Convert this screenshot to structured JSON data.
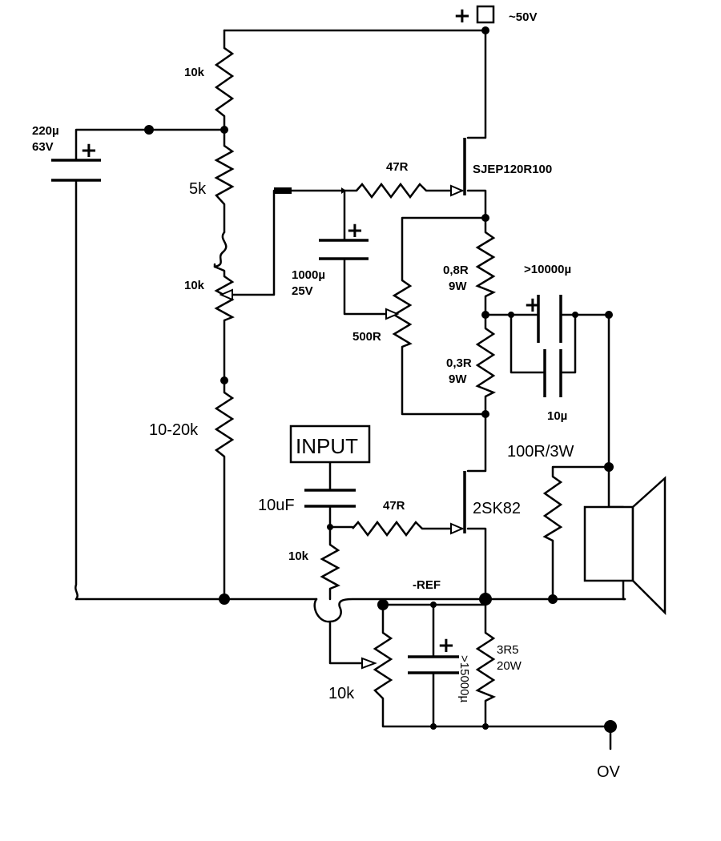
{
  "supply": {
    "plus": "+",
    "label": "~50V"
  },
  "ground": {
    "label": "OV"
  },
  "input": {
    "label": "INPUT"
  },
  "ref": {
    "label": "-REF"
  },
  "transistors": {
    "upper": "SJEP120R100",
    "lower": "2SK82"
  },
  "speaker": {
    "icon": "speaker-icon"
  },
  "components": {
    "r_top": "10k",
    "c_boot_value": "220µ",
    "c_boot_voltage": "63V",
    "r_5k": "5k",
    "pot_bias": "10k",
    "r_bottom": "10-20k",
    "r_gate_upper": "47R",
    "c_1000_value": "1000µ",
    "c_1000_voltage": "25V",
    "pot_500": "500R",
    "r_08_value": "0,8R",
    "r_08_power": "9W",
    "r_03_value": "0,3R",
    "r_03_power": "9W",
    "c_out": ">10000µ",
    "c_film": "10µ",
    "r_100": "100R/3W",
    "c_input": "10uF",
    "r_gate_lower": "47R",
    "r_10k_input": "10k",
    "pot_ref": "10k",
    "c_ref": ">15000µ",
    "r_3r5_value": "3R5",
    "r_3r5_power": "20W"
  }
}
